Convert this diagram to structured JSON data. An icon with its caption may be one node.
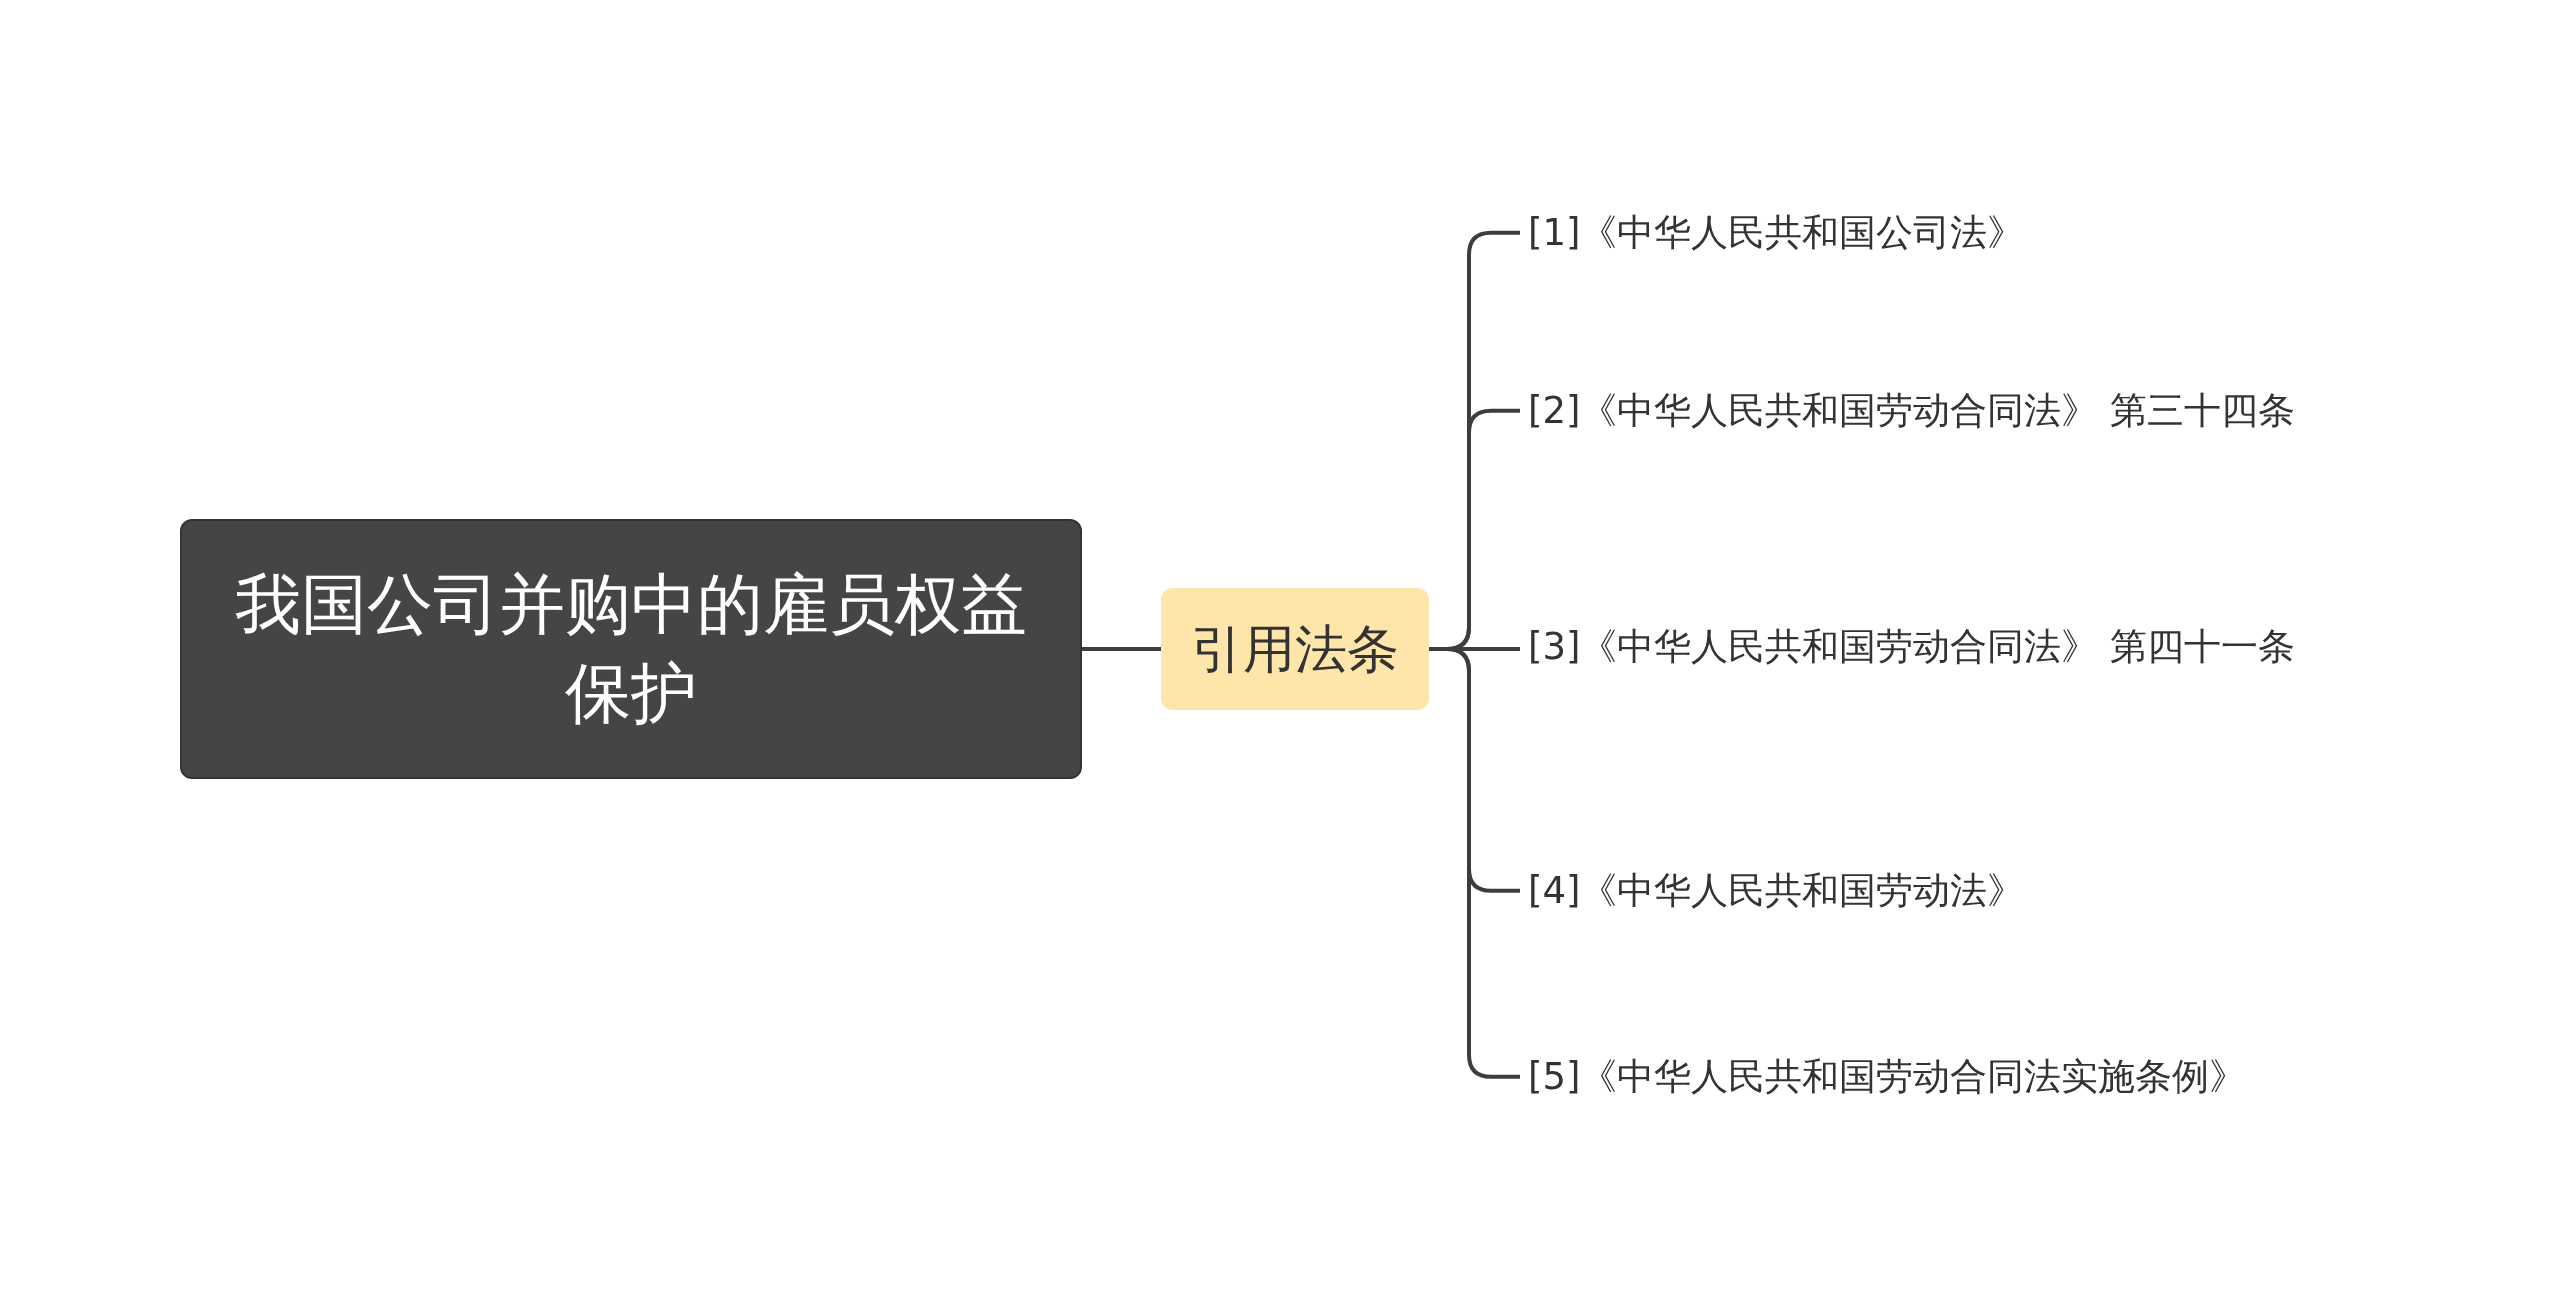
{
  "diagram": {
    "nodes": [
      {
        "text": [
          "我国公司并购中的雇员权益保护"
        ]
      },
      {
        "text": [
          "引用法条"
        ]
      },
      {
        "text": [
          "[1]《中华人民共和国公司法》"
        ]
      },
      {
        "text": [
          "[2]《中华人民共和国劳动合同法》 第三十四条"
        ]
      },
      {
        "text": [
          "[3]《中华人民共和国劳动合同法》 第四十一条"
        ]
      },
      {
        "text": [
          "[4]《中华人民共和国劳动法》"
        ]
      },
      {
        "text": [
          "[5]《中华人民共和国劳动合同法实施条例》"
        ]
      }
    ],
    "edges": [
      {
        "from": 0,
        "to": 1,
        "arrow": "none"
      },
      {
        "from": 1,
        "to": 2,
        "arrow": "none"
      },
      {
        "from": 1,
        "to": 3,
        "arrow": "none"
      },
      {
        "from": 1,
        "to": 4,
        "arrow": "none"
      },
      {
        "from": 1,
        "to": 5,
        "arrow": "none"
      },
      {
        "from": 1,
        "to": 6,
        "arrow": "none"
      }
    ]
  }
}
